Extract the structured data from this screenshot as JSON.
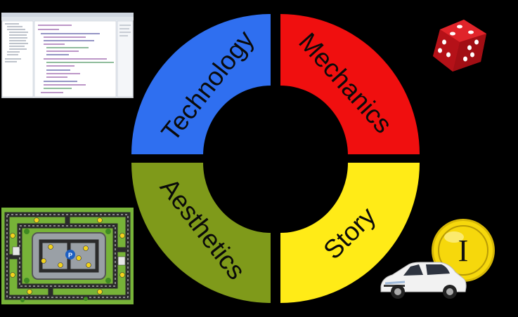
{
  "diagram": {
    "segments": [
      {
        "label": "Technology",
        "color": "#2f6ff0"
      },
      {
        "label": "Mechanics",
        "color": "#f00f0f"
      },
      {
        "label": "Aesthetics",
        "color": "#7f9a1a"
      },
      {
        "label": "Story",
        "color": "#ffeb17"
      }
    ]
  },
  "coin": {
    "glyph": "I",
    "color": "#f6d80c"
  },
  "icons": {
    "ide": "code-editor-screenshot",
    "board": "board-game-map",
    "dice": "red-dice-icon",
    "car": "white-car-icon",
    "coin": "gold-coin-icon"
  }
}
